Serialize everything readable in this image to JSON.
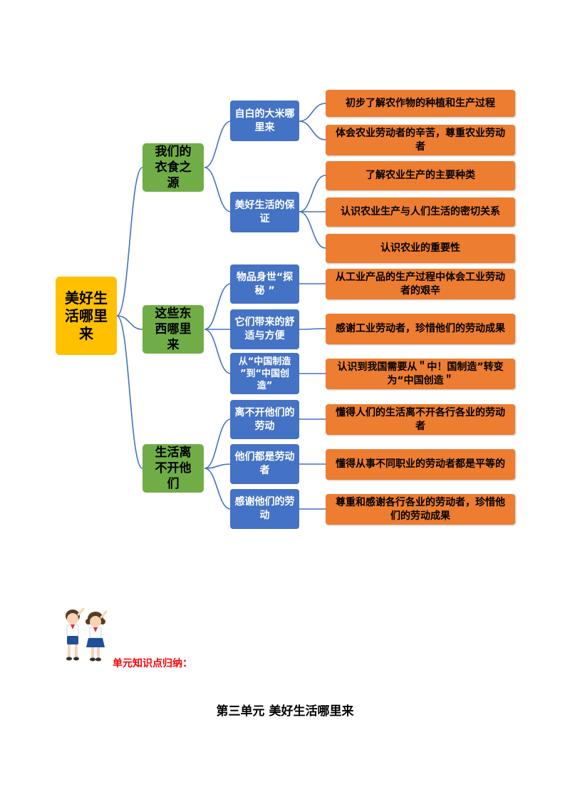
{
  "mindmap": {
    "root": "美好生活哪里来",
    "branches": [
      {
        "label": "我们的衣食之源",
        "topics": [
          {
            "label": "自白的大米哪里来",
            "points": [
              "初步了解农作物的种植和生产过程",
              "体会农业劳动者的辛苦，尊重农业劳动者"
            ]
          },
          {
            "label": "美好生活的保证",
            "points": [
              "了解农业生产的主要种类",
              "认识农业生产与人们生活的密切关系",
              "认识农业的重要性"
            ]
          }
        ]
      },
      {
        "label": "这些东西哪里来",
        "topics": [
          {
            "label": "物品身世“探秘 ”",
            "points": [
              "从工业产品的生产过程中体会工业劳动者的艰辛"
            ]
          },
          {
            "label": "它们带来的舒适与方便",
            "points": [
              "感谢工业劳动者，珍惜他们的劳动成果"
            ]
          },
          {
            "label": "从“中国制造 ”到“中国创造”",
            "points": [
              "认识到我国需要从＂中！国制造”转变为“中国创造＂"
            ]
          }
        ]
      },
      {
        "label": "生活离不开他们",
        "topics": [
          {
            "label": "离不开他们的劳动",
            "points": [
              "懂得人们的生活离不开各行各业的劳动者"
            ]
          },
          {
            "label": "他们都是劳动者",
            "points": [
              "懂得从事不同职业的劳动者都是平等的"
            ]
          },
          {
            "label": "感谢他们的劳动",
            "points": [
              "尊重和感谢各行各业的劳动者，珍惜他们的劳动成果"
            ]
          }
        ]
      }
    ]
  },
  "section_label": "单元知识点归纳：",
  "unit_title": "第三单元  美好生活哪里来",
  "colors": {
    "root": "#ffc000",
    "level1": "#70ad47",
    "level2": "#4472c4",
    "level3": "#ed7d31",
    "connector": "#4472c4",
    "section_label": "#ff0000"
  }
}
